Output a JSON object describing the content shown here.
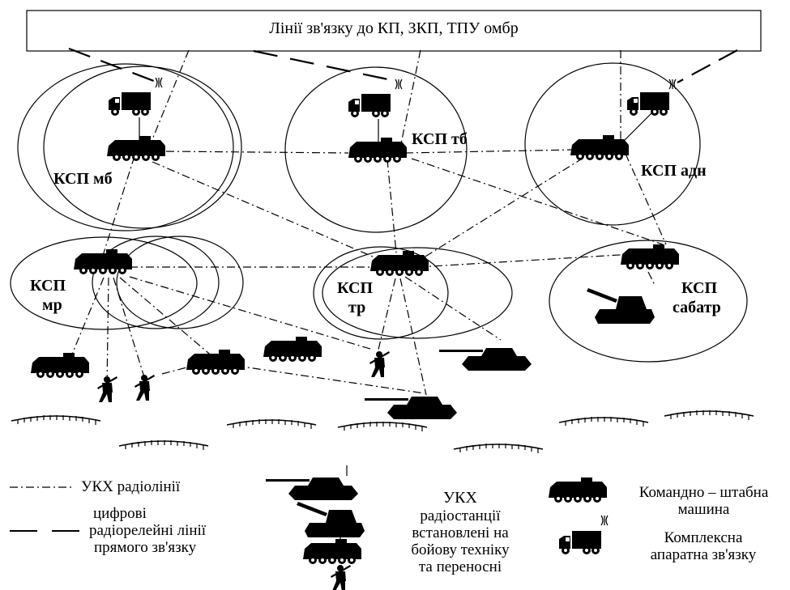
{
  "header": {
    "text": "Лінії зв'язку до КП, ЗКП, ТПУ омбр"
  },
  "nodes": {
    "ksp_mb": "КСП мб",
    "ksp_tb": "КСП тб",
    "ksp_adn": "КСП адн",
    "ksp_mr_1": "КСП",
    "ksp_mr_2": "мр",
    "ksp_tr_1": "КСП",
    "ksp_tr_2": "тр",
    "ksp_sabatr_1": "КСП",
    "ksp_sabatr_2": "сабатр"
  },
  "legend": {
    "ukh_lines": "УКХ радіолінії",
    "digital_1": "цифрові",
    "digital_2": "радіорелейні лінії",
    "digital_3": "прямого зв'язку",
    "stations_1": "УКХ",
    "stations_2": "радіостанції",
    "stations_3": "встановлені на",
    "stations_4": "бойову техніку",
    "stations_5": "та переносні",
    "command_1": "Командно – штабна",
    "command_2": "машина",
    "complex_1": "Комплексна",
    "complex_2": "апаратна зв'язку"
  }
}
